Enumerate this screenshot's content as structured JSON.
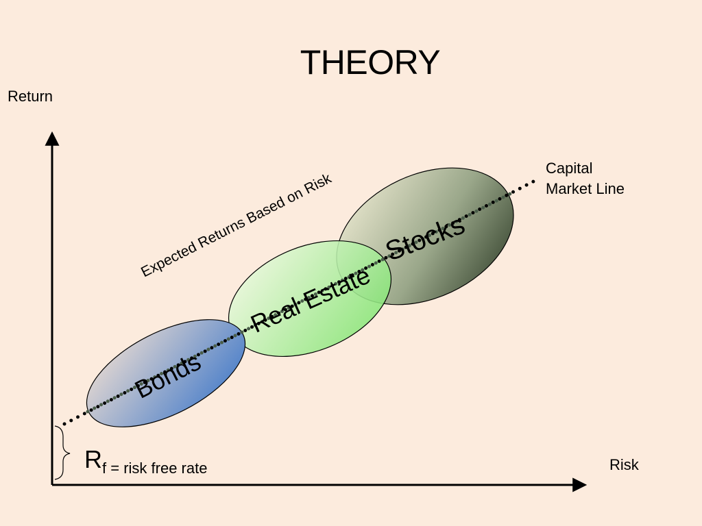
{
  "title": "THEORY",
  "axes": {
    "y_label": "Return",
    "x_label": "Risk"
  },
  "capital_market_line": {
    "label_line1": "Capital",
    "label_line2": "Market Line"
  },
  "slope_caption": "Expected Returns Based on Risk",
  "risk_free": {
    "symbol": "R",
    "subscript": "f",
    "text": " = risk free rate"
  },
  "asset_classes": [
    {
      "name": "Bonds",
      "color": "#4f7fc8"
    },
    {
      "name": "Real Estate",
      "color": "#a8f0a0"
    },
    {
      "name": "Stocks",
      "color": "#4a5a3e"
    }
  ]
}
